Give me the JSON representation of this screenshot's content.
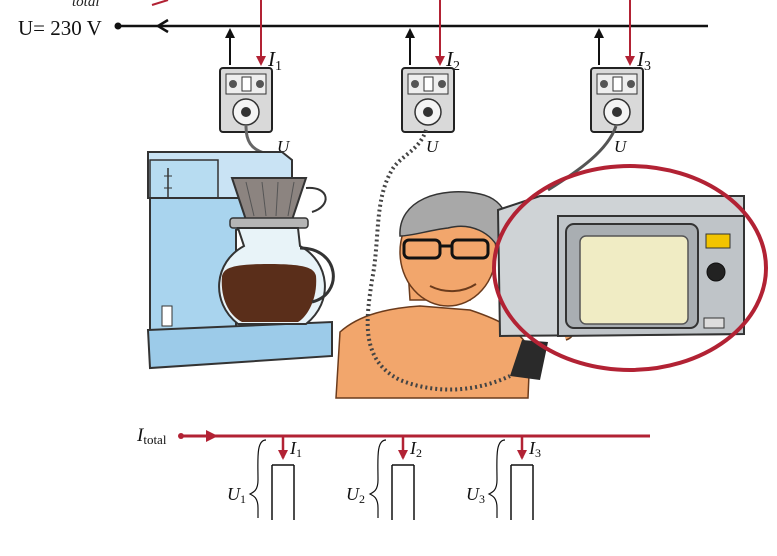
{
  "top_circuit": {
    "total_label": "total",
    "voltage_label": "U= 230 V",
    "branches": [
      {
        "current_symbol": "I",
        "current_index": "1",
        "voltage_symbol": "U"
      },
      {
        "current_symbol": "I",
        "current_index": "2",
        "voltage_symbol": "U"
      },
      {
        "current_symbol": "I",
        "current_index": "3",
        "voltage_symbol": "U"
      }
    ]
  },
  "bottom_circuit": {
    "total_current_symbol": "I",
    "total_current_subscript": "total",
    "branches": [
      {
        "current_symbol": "I",
        "current_index": "1",
        "voltage_symbol": "U",
        "voltage_index": "1"
      },
      {
        "current_symbol": "I",
        "current_index": "2",
        "voltage_symbol": "U",
        "voltage_index": "2"
      },
      {
        "current_symbol": "I",
        "current_index": "3",
        "voltage_symbol": "U",
        "voltage_index": "3"
      }
    ]
  },
  "colors": {
    "current_arrow": "#b22234",
    "wire": "#111111",
    "highlight_ellipse": "#b22234",
    "coffee_maker_body": "#a9d4ee",
    "man_skin": "#f2a66c"
  },
  "icons": [
    "wall-socket-icon",
    "coffee-maker-icon",
    "hair-dryer-icon",
    "microwave-icon",
    "person-icon"
  ]
}
